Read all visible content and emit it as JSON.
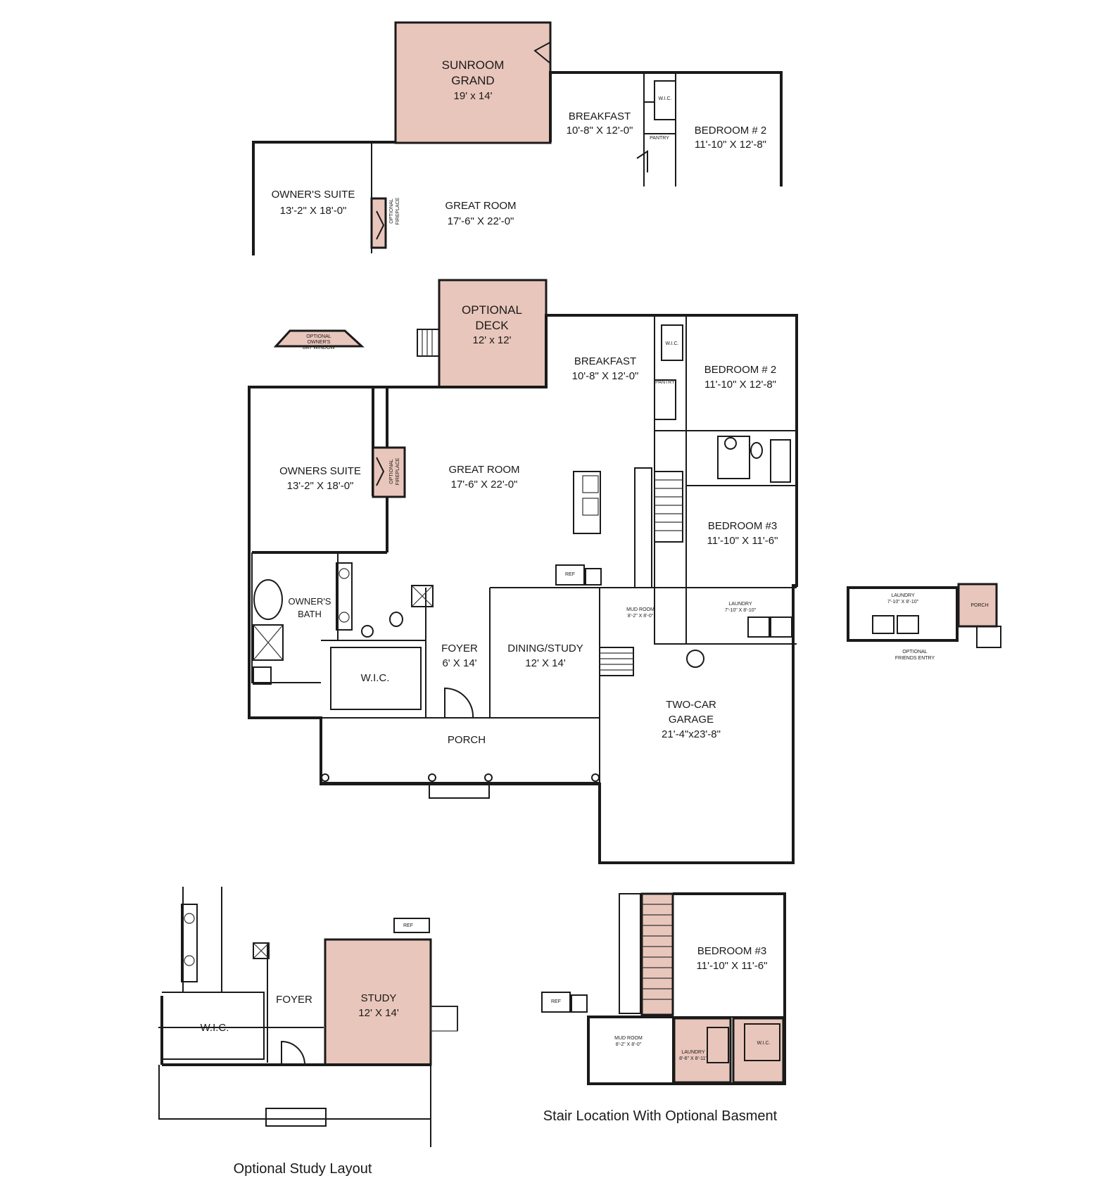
{
  "colors": {
    "optional_fill": "#e9c6bb",
    "line": "#1a1a1a",
    "background": "#ffffff"
  },
  "sunroom_plan": {
    "sunroom": {
      "name": "SUNROOM",
      "name2": "GRAND",
      "dim": "19' x 14'"
    },
    "breakfast": {
      "name": "BREAKFAST",
      "dim": "10'-8\" X 12'-0\""
    },
    "wic": "W.I.C.",
    "pantry": "PANTRY",
    "bedroom2": {
      "name": "BEDROOM # 2",
      "dim": "11'-10\" X 12'-8\""
    },
    "owners_suite": {
      "name": "OWNER'S SUITE",
      "dim": "13'-2\" X 18'-0\""
    },
    "fireplace": {
      "line1": "OPTIONAL",
      "line2": "FIREPLACE"
    },
    "great_room": {
      "name": "GREAT ROOM",
      "dim": "17'-6\" X 22'-0\""
    }
  },
  "main_plan": {
    "bay_window": {
      "line1": "OPTIONAL",
      "line2": "OWNER'S",
      "line3": "BAY WINDOW"
    },
    "deck": {
      "name": "OPTIONAL",
      "name2": "DECK",
      "dim": "12' x 12'"
    },
    "breakfast": {
      "name": "BREAKFAST",
      "dim": "10'-8\" X 12'-0\""
    },
    "wic": "W.I.C.",
    "pantry": "PANTRY",
    "bedroom2": {
      "name": "BEDROOM # 2",
      "dim": "11'-10\" X 12'-8\""
    },
    "owners_suite": {
      "name": "OWNERS SUITE",
      "dim": "13'-2\" X 18'-0\""
    },
    "fireplace": {
      "line1": "OPTIONAL",
      "line2": "FIREPLACE"
    },
    "great_room": {
      "name": "GREAT ROOM",
      "dim": "17'-6\" X 22'-0\""
    },
    "bedroom3": {
      "name": "BEDROOM #3",
      "dim": "11'-10\" X 11'-6\""
    },
    "owners_bath": {
      "name": "OWNER'S",
      "name2": "BATH"
    },
    "ref": "REF",
    "mud_room": {
      "name": "MUD ROOM",
      "dim": "8'-2\" X 8'-0\""
    },
    "laundry": {
      "name": "LAUNDRY",
      "dim": "7'-10\" X 8'-10\""
    },
    "foyer": {
      "name": "FOYER",
      "dim": "6' X 14'"
    },
    "dining": {
      "name": "DINING/STUDY",
      "dim": "12' X 14'"
    },
    "wic2": "W.I.C.",
    "garage": {
      "name": "TWO-CAR",
      "name2": "GARAGE",
      "dim": "21'-4\"x23'-8\""
    },
    "porch": "PORCH"
  },
  "friends_entry": {
    "laundry": {
      "name": "LAUNDRY",
      "dim": "7'-10\" X 8'-10\""
    },
    "porch": "PORCH",
    "caption_line1": "OPTIONAL",
    "caption_line2": "FRIENDS ENTRY"
  },
  "study_layout": {
    "wic": "W.I.C.",
    "foyer": "FOYER",
    "study": {
      "name": "STUDY",
      "dim": "12' X 14'"
    },
    "ref": "REF",
    "caption": "Optional Study Layout"
  },
  "basement_layout": {
    "bedroom3": {
      "name": "BEDROOM #3",
      "dim": "11'-10\" X 11'-6\""
    },
    "ref": "REF",
    "mud_room": {
      "name": "MUD ROOM",
      "dim": "8'-2\" X 8'-0\""
    },
    "laundry": {
      "name": "LAUNDRY",
      "dim": "8'-6\" X 8'-11\""
    },
    "wic": "W.I.C.",
    "caption": "Stair Location With Optional Basment"
  }
}
